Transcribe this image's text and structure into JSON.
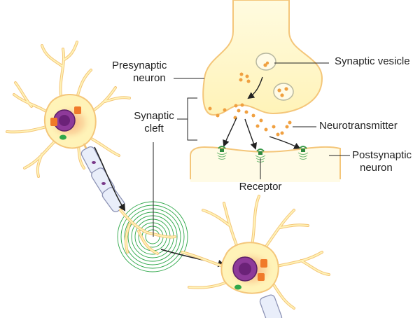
{
  "labels": {
    "synaptic_vesicle": "Synaptic vesicle",
    "presynaptic_line1": "Presynaptic",
    "presynaptic_line2": "neuron",
    "synaptic_cleft_line1": "Synaptic",
    "synaptic_cleft_line2": "cleft",
    "neurotransmitter": "Neurotransmitter",
    "postsynaptic_line1": "Postsynaptic",
    "postsynaptic_line2": "neuron",
    "receptor": "Receptor"
  },
  "colors": {
    "cell_body": "#fff3b8",
    "cell_outline": "#f4c67a",
    "cell_glow": "#f7b27a",
    "nucleus": "#8e3a9a",
    "nucleus_dark": "#5b1f66",
    "mitochondria": "#f07a2a",
    "organelle_green": "#2fa84a",
    "myelin": "#e9eefa",
    "myelin_outline": "#8d93b5",
    "vesicle_dot": "#f0a040",
    "receptor": "#3a9a4a",
    "arrow": "#222222"
  }
}
